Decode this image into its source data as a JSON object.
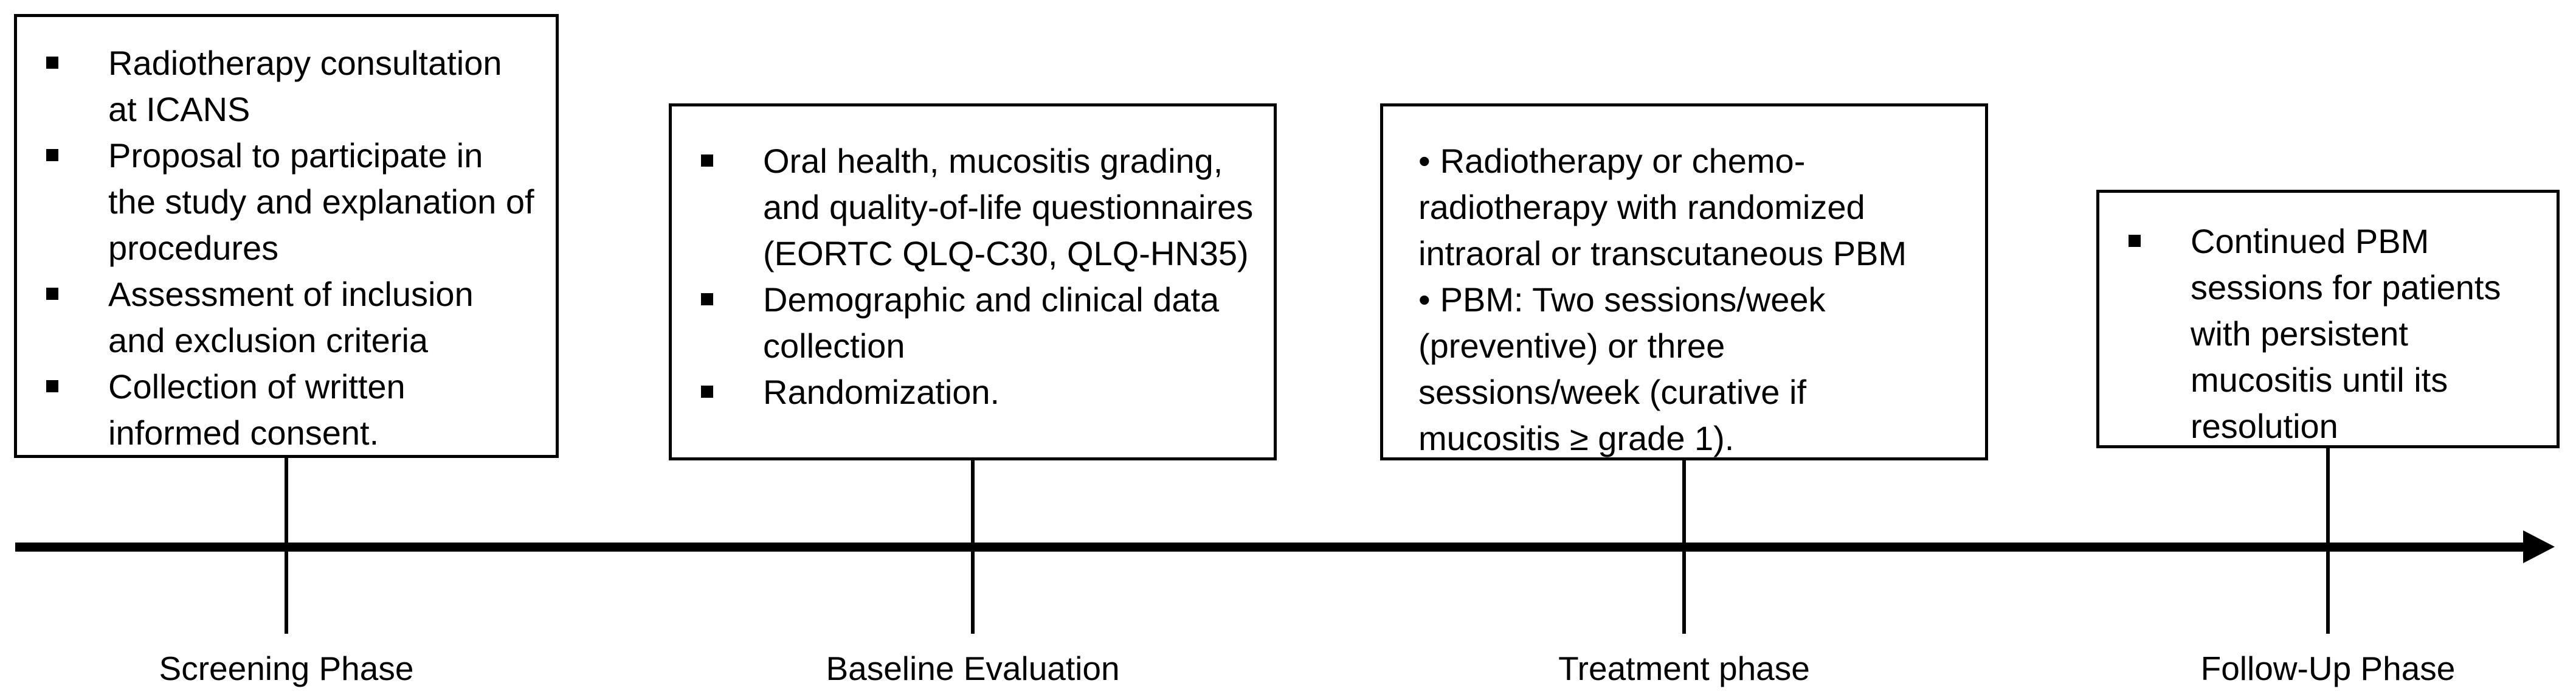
{
  "diagram": {
    "colors": {
      "ink": "#000000",
      "background": "#ffffff"
    },
    "markers": {
      "square": "▪",
      "dot": "•"
    },
    "phases": [
      {
        "label": "Screening Phase",
        "bullet_style": "square",
        "items": [
          "Radiotherapy consultation at ICANS",
          "Proposal to participate in the study and explanation of procedures",
          "Assessment of inclusion and exclusion criteria",
          "Collection of written informed consent."
        ]
      },
      {
        "label": "Baseline Evaluation",
        "bullet_style": "square",
        "items": [
          "Oral health, mucositis grading, and quality-of-life questionnaires (EORTC QLQ-C30, QLQ-HN35)",
          "Demographic and clinical data collection",
          "Randomization."
        ]
      },
      {
        "label": "Treatment phase",
        "bullet_style": "dot",
        "items": [
          "Radiotherapy or chemo-radiotherapy with randomized intraoral or transcutaneous PBM",
          "PBM: Two sessions/week (preventive) or three sessions/week (curative if mucositis ≥ grade 1)."
        ]
      },
      {
        "label": "Follow-Up Phase",
        "bullet_style": "square",
        "items": [
          "Continued PBM sessions for patients with persistent mucositis until its resolution"
        ]
      }
    ]
  }
}
